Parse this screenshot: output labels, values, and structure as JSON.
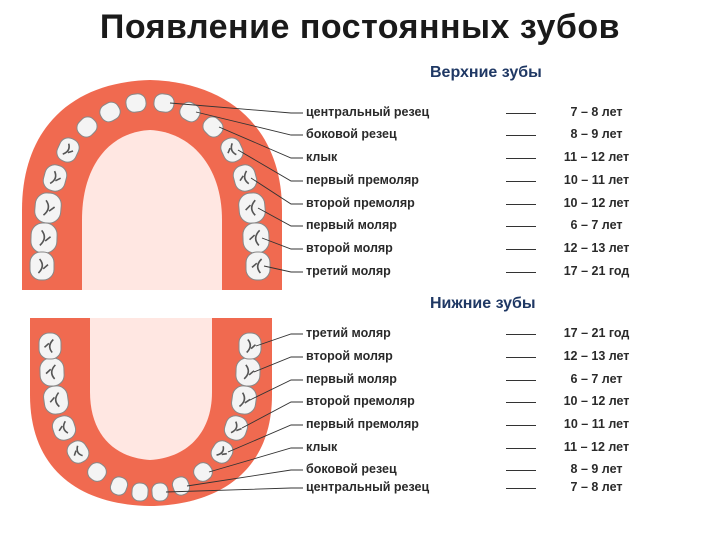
{
  "title": "Появление постоянных зубов",
  "upper": {
    "heading": "Верхние зубы",
    "rows": [
      {
        "name": "центральный резец",
        "age": "7 –  8 лет"
      },
      {
        "name": "боковой резец",
        "age": "8 – 9 лет"
      },
      {
        "name": "клык",
        "age": "11 – 12 лет"
      },
      {
        "name": "первый премоляр",
        "age": "10 – 11 лет"
      },
      {
        "name": "второй премоляр",
        "age": "10 – 12 лет"
      },
      {
        "name": "первый моляр",
        "age": "6 – 7 лет"
      },
      {
        "name": "второй моляр",
        "age": "12 – 13 лет"
      },
      {
        "name": "третий моляр",
        "age": "17 – 21 год"
      }
    ]
  },
  "lower": {
    "heading": "Нижние  зубы",
    "rows": [
      {
        "name": "третий моляр",
        "age": "17 – 21 год"
      },
      {
        "name": "второй моляр",
        "age": "12 – 13 лет"
      },
      {
        "name": "первый моляр",
        "age": "6 – 7 лет"
      },
      {
        "name": "второй премоляр",
        "age": "10 – 12 лет"
      },
      {
        "name": "первый премоляр",
        "age": "10 – 11 лет"
      },
      {
        "name": "клык",
        "age": "11 – 12 лет"
      },
      {
        "name": "боковой резец",
        "age": "8 – 9 лет"
      },
      {
        "name": "центральный резец",
        "age": "7 –  8 лет"
      }
    ]
  },
  "colors": {
    "gum": "#f06a50",
    "gum_light": "#ffe7e2",
    "tooth": "#f4f4f4",
    "tooth_outline": "#888888",
    "leader_line": "#333333",
    "heading": "#1f3864"
  }
}
